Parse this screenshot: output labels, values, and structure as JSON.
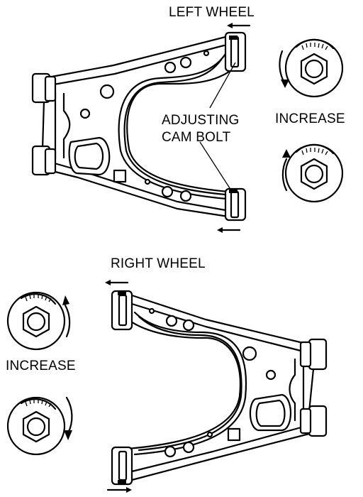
{
  "labels": {
    "left_wheel": "LEFT WHEEL",
    "right_wheel": "RIGHT WHEEL",
    "adjusting_cam_bolt_line1": "ADJUSTING",
    "adjusting_cam_bolt_line2": "CAM BOLT",
    "increase_top": "INCREASE",
    "increase_bottom": "INCREASE"
  }
}
